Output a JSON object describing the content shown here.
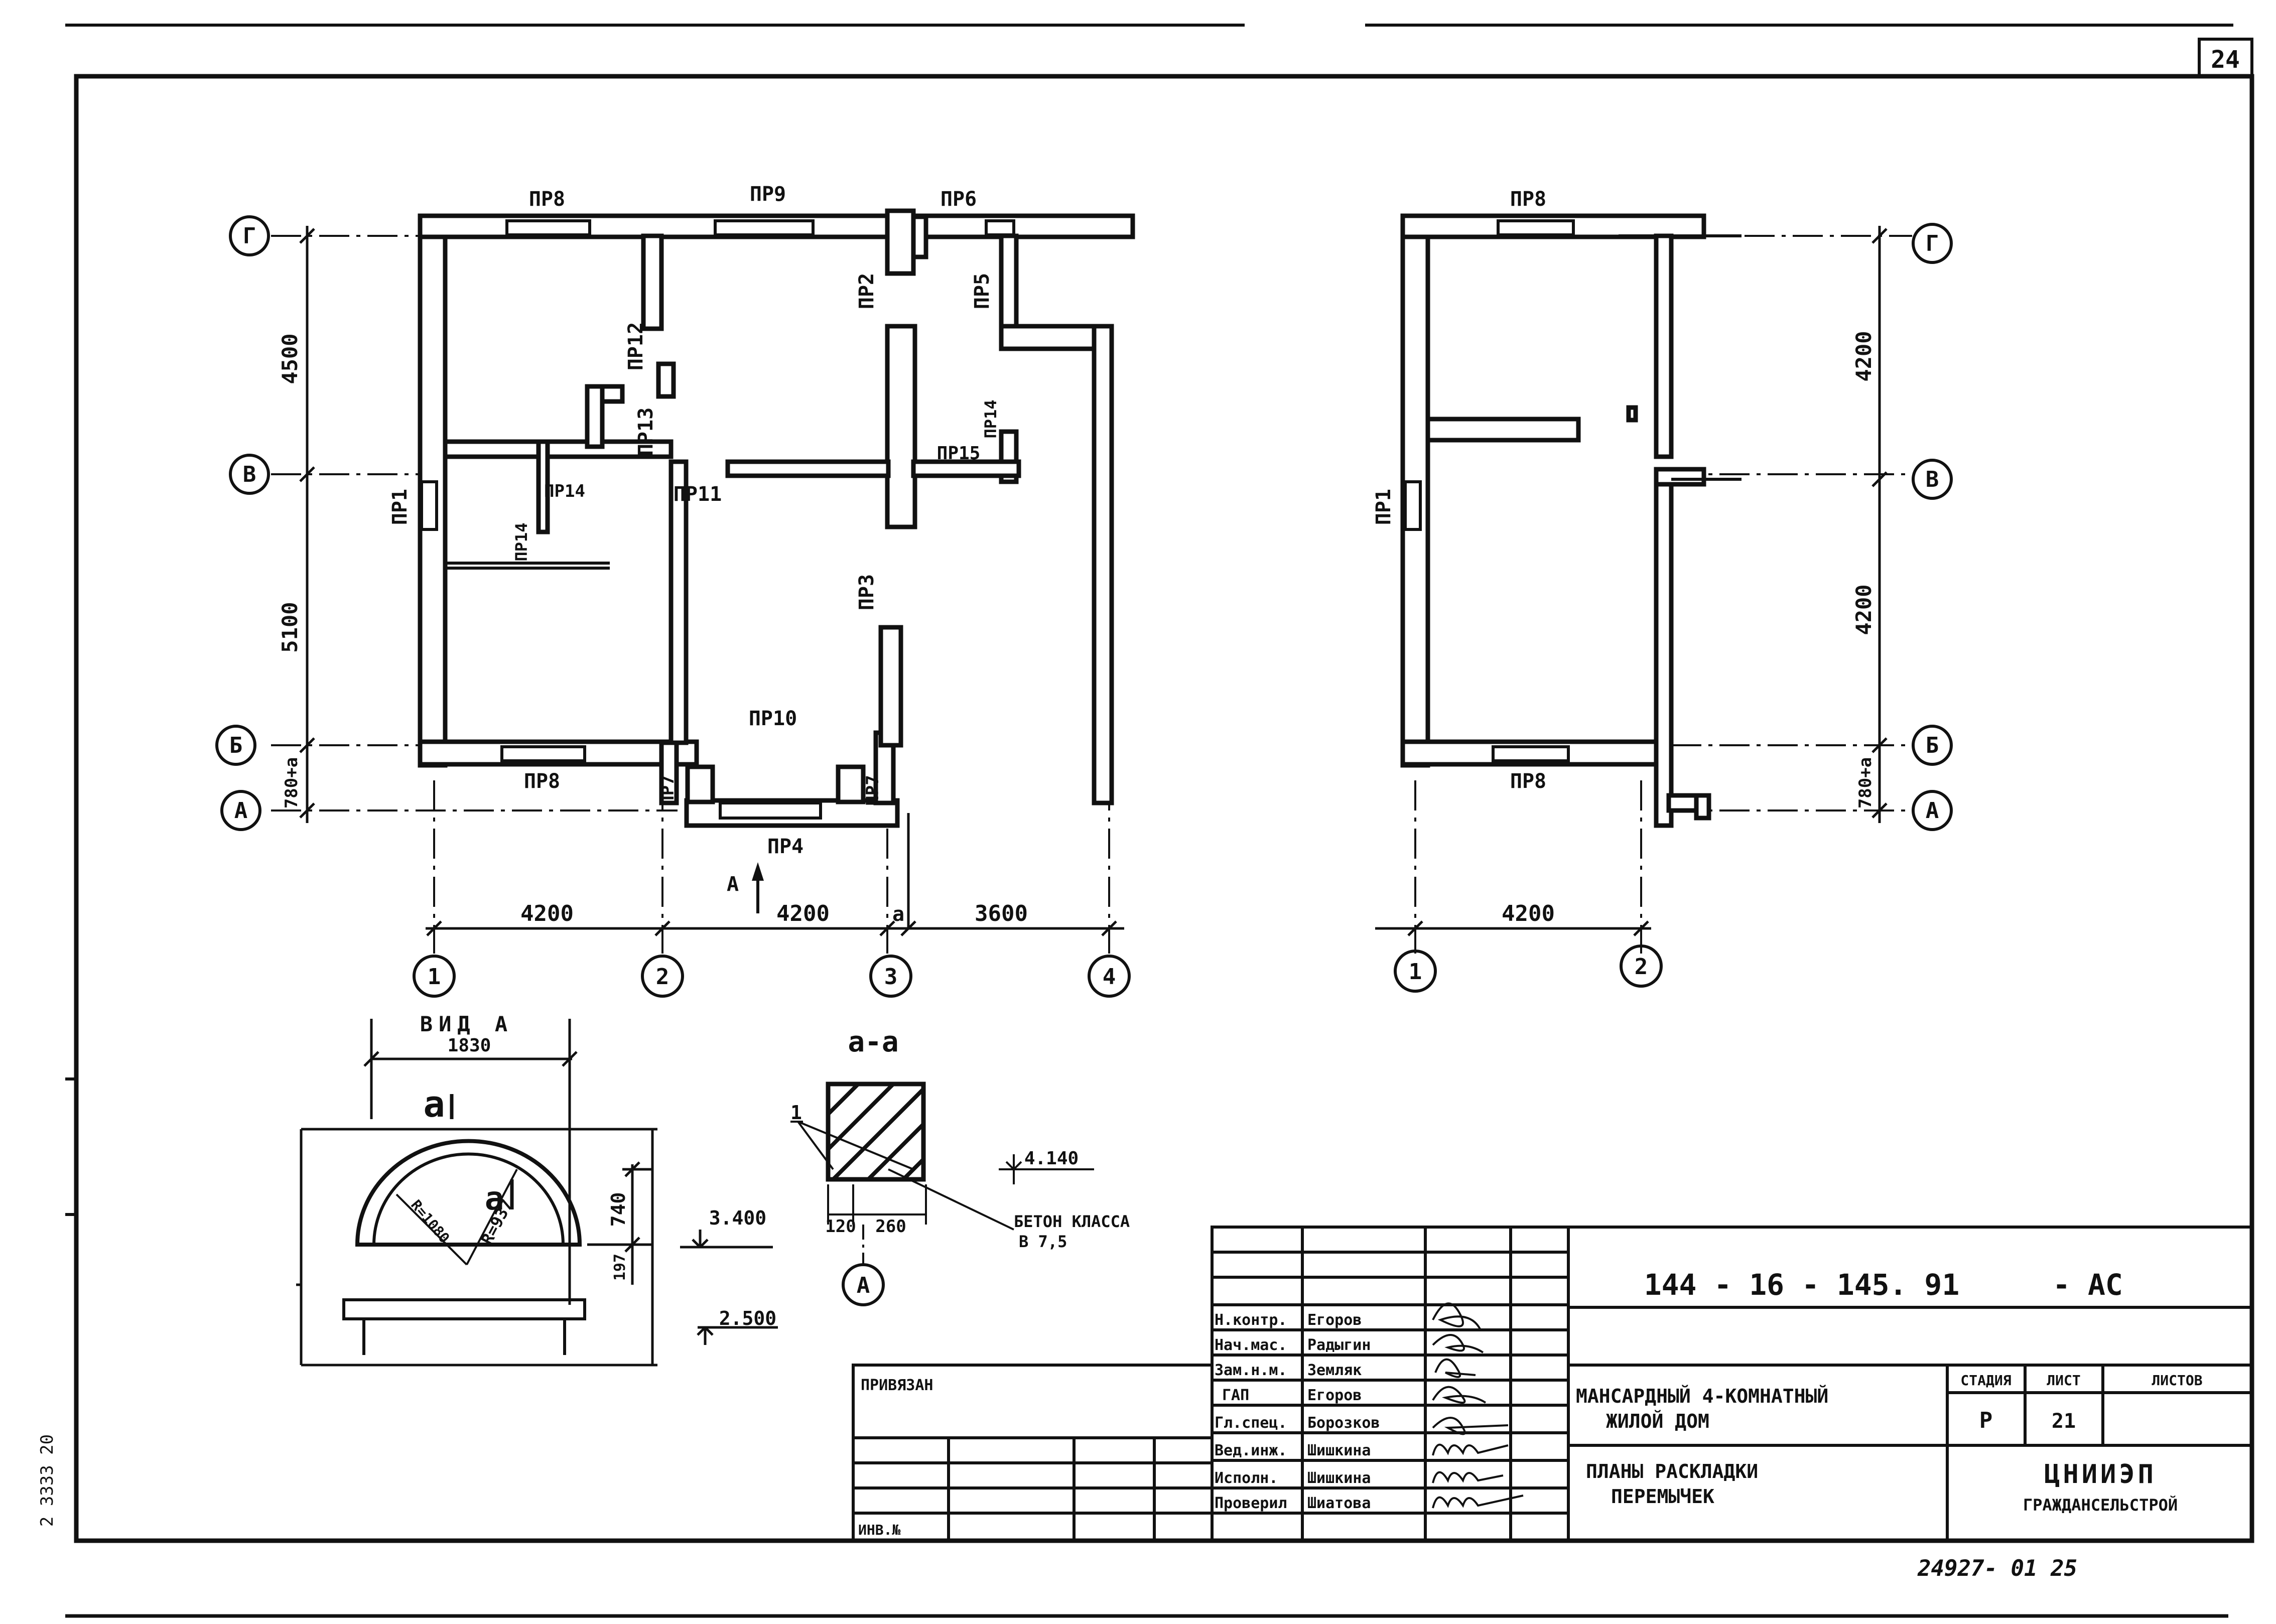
{
  "sheet": {
    "sheet_number": "24",
    "document_code": "144 - 16 - 145. 91",
    "document_suffix": "- АС",
    "bottom_number": "24927- 01  25",
    "side_stamp": "2 3333 20"
  },
  "plan_left": {
    "axes_horizontal": [
      "Г",
      "В",
      "Б",
      "А"
    ],
    "axes_vertical": [
      "1",
      "2",
      "3",
      "4"
    ],
    "dims_left": [
      "4500",
      "5100",
      "780+a"
    ],
    "dims_bottom": [
      "4200",
      "4200",
      "a",
      "3600"
    ],
    "view_mark": "А",
    "lintels": [
      "ПР8",
      "ПР9",
      "ПР6",
      "ПР2",
      "ПР5",
      "ПР12",
      "ПР13",
      "ПР14",
      "ПР11",
      "ПР15",
      "ПР1",
      "ПР14",
      "ПР14",
      "ПР3",
      "ПР10",
      "ПР8",
      "ПР7",
      "ПР7",
      "ПР4"
    ]
  },
  "plan_right": {
    "axes_horizontal": [
      "Г",
      "В",
      "Б",
      "А"
    ],
    "axes_vertical": [
      "1",
      "2"
    ],
    "dims_right": [
      "4200",
      "4200",
      "780+a"
    ],
    "dims_bottom": [
      "4200"
    ],
    "lintels": [
      "ПР8",
      "ПР1",
      "ПР8"
    ]
  },
  "view_a": {
    "title": "ВИД А",
    "width_dim": "1830",
    "section_mark": "a",
    "radius_outer": "R=1080",
    "radius_inner": "R=937",
    "height_dim": "740",
    "small_dim": "197",
    "level_top": "3.400",
    "level_bottom": "2.500"
  },
  "section_aa": {
    "title": "a-a",
    "callout": "1",
    "level": "4.140",
    "dim_1": "120",
    "dim_2": "260",
    "axis": "А",
    "concrete_line1": "БЕТОН КЛАССА",
    "concrete_line2": "В 7,5"
  },
  "title_block": {
    "roles": [
      "Н.контр.",
      "Нач.мас.",
      "Зам.н.м.",
      "ГАП",
      "Гл.спец.",
      "Вед.инж.",
      "Исполн.",
      "Проверил"
    ],
    "names": [
      "Егоров",
      "Радыгин",
      "Земляк",
      "Егоров",
      "Борозков",
      "Шишкина",
      "Шишкина",
      "Шиатова"
    ],
    "privyazan": "ПРИВЯЗАН",
    "inv": "ИНВ.№",
    "project_line1": "МАНСАРДНЫЙ 4-КОМНАТНЫЙ",
    "project_line2": "ЖИЛОЙ ДОМ",
    "sheet_title_line1": "ПЛАНЫ РАСКЛАДКИ",
    "sheet_title_line2": "ПЕРЕМЫЧЕК",
    "stage_label": "СТАДИЯ",
    "sheet_label": "ЛИСТ",
    "sheets_label": "ЛИСТОВ",
    "stage_value": "Р",
    "sheet_value": "21",
    "org_line1": "ЦНИИЭП",
    "org_line2": "ГРАЖДАНСЕЛЬСТРОЙ"
  }
}
